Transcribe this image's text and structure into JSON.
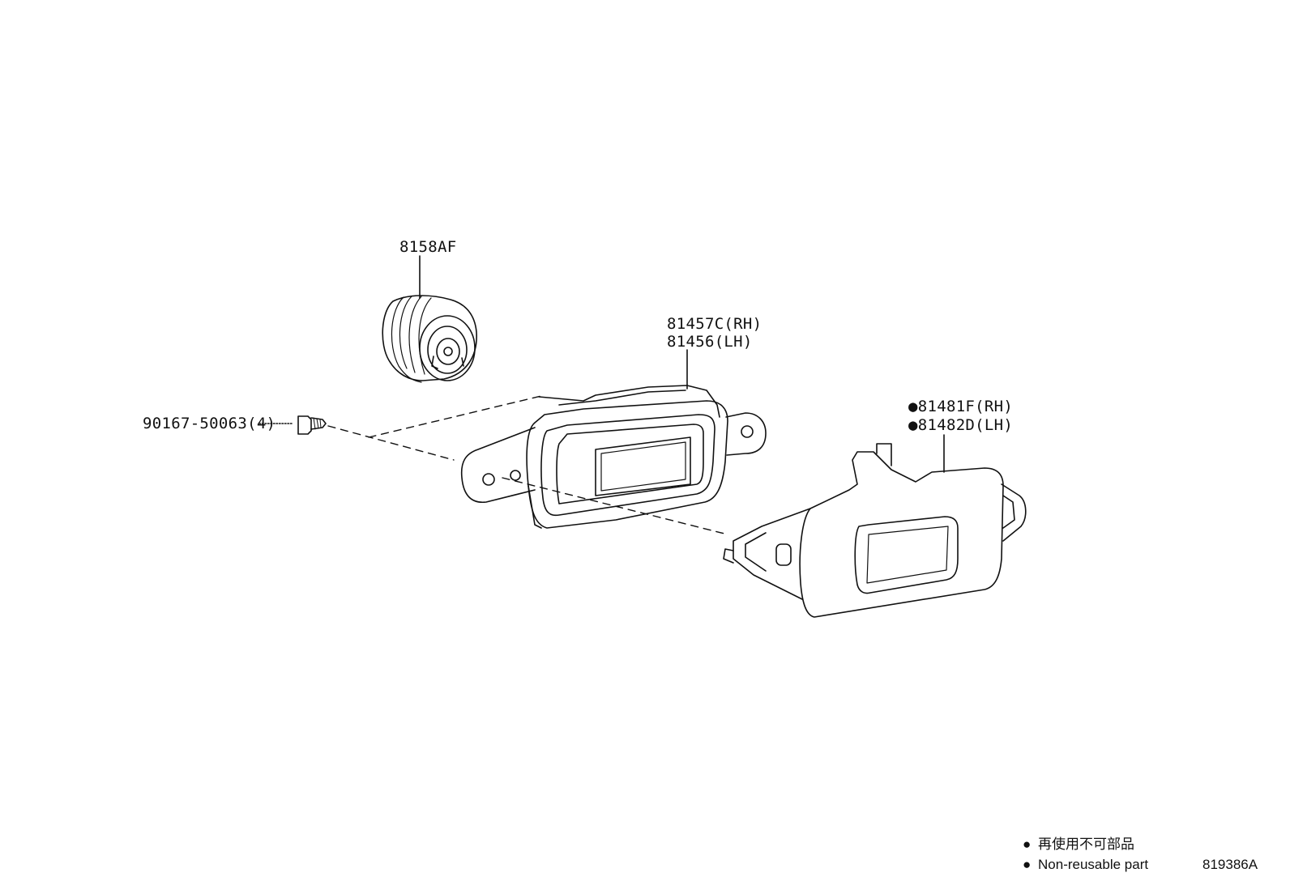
{
  "parts": {
    "lamp_bulb": {
      "number": "8158AF",
      "icon": "lamp-bulb-icon"
    },
    "lamp_housing": {
      "number_rh": "81457C(RH)",
      "number_lh": "81456(LH)",
      "icon": "lamp-housing-icon"
    },
    "lamp_cover": {
      "number_rh": "●81481F(RH)",
      "number_lh": "●81482D(LH)",
      "icon": "lamp-cover-icon"
    },
    "screw": {
      "number": "90167-50063(4)",
      "icon": "screw-icon"
    }
  },
  "legend": {
    "bullet": "●",
    "non_reusable_jp": "再使用不可部品",
    "non_reusable_en": "Non-reusable part"
  },
  "diagram_id": "819386A",
  "colors": {
    "line": "#111111",
    "background": "#ffffff"
  }
}
